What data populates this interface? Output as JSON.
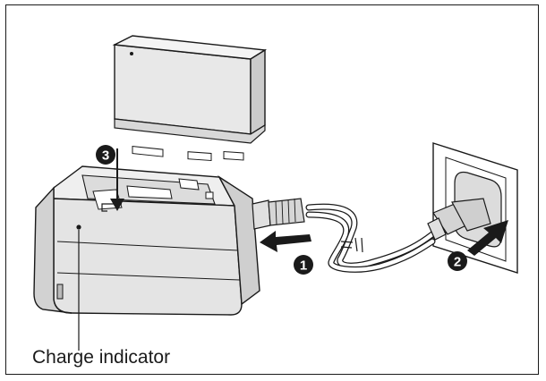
{
  "labels": {
    "charge_indicator": "Charge indicator"
  },
  "steps": [
    {
      "number": "1",
      "meaning": "connect-cord-to-charger"
    },
    {
      "number": "2",
      "meaning": "plug-into-outlet"
    },
    {
      "number": "3",
      "meaning": "attach-battery"
    }
  ],
  "colors": {
    "line": "#1a1a1a",
    "body_fill": "#e6e6e6",
    "shade": "#c9c9c9",
    "dark": "#2b2b2b",
    "background": "#ffffff"
  }
}
